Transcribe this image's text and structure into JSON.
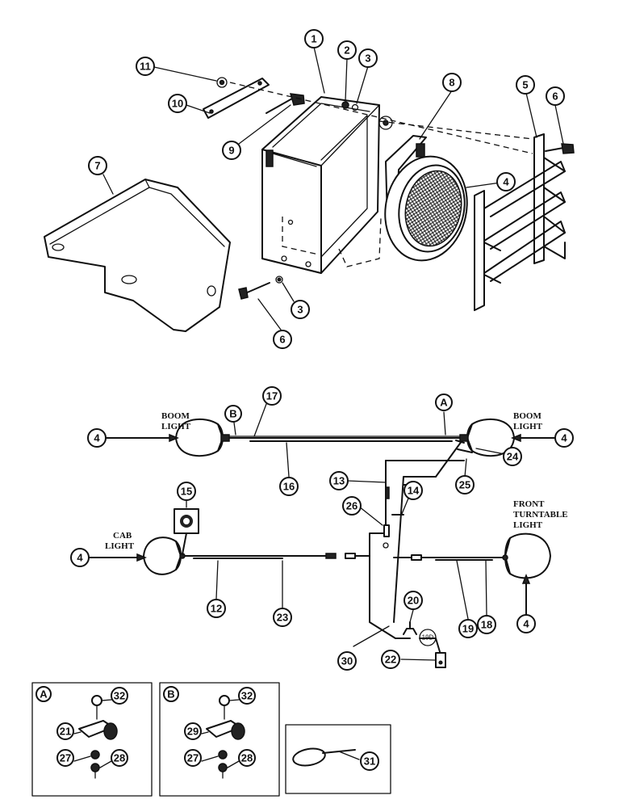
{
  "labels": {
    "boom_light_left_1": "BOOM",
    "boom_light_left_2": "LIGHT",
    "boom_light_right_1": "BOOM",
    "boom_light_right_2": "LIGHT",
    "front_turntable_1": "FRONT",
    "front_turntable_2": "TURNTABLE",
    "front_turntable_3": "LIGHT",
    "cab_light_1": "CAB",
    "cab_light_2": "LIGHT",
    "connector_tag": "19D"
  },
  "callouts": {
    "c1": "1",
    "c2": "2",
    "c3a": "3",
    "c3b": "3",
    "c4a": "4",
    "c5": "5",
    "c6a": "6",
    "c6b": "6",
    "c7": "7",
    "c8": "8",
    "c9": "9",
    "c10": "10",
    "c11": "11",
    "ref_b": "B",
    "ref_a": "A",
    "c17": "17",
    "c4_left": "4",
    "c4_right": "4",
    "c16": "16",
    "c24": "24",
    "c13": "13",
    "c25": "25",
    "c14": "14",
    "c26": "26",
    "c15": "15",
    "c4_cab": "4",
    "c12": "12",
    "c23": "23",
    "c20": "20",
    "c19": "19",
    "c18": "18",
    "c4_front": "4",
    "c30": "30",
    "c22": "22",
    "inset_a": "A",
    "a32": "32",
    "a21": "21",
    "a27": "27",
    "a28": "28",
    "inset_b": "B",
    "b32": "32",
    "b29": "29",
    "b27": "27",
    "b28": "28",
    "c31": "31"
  }
}
